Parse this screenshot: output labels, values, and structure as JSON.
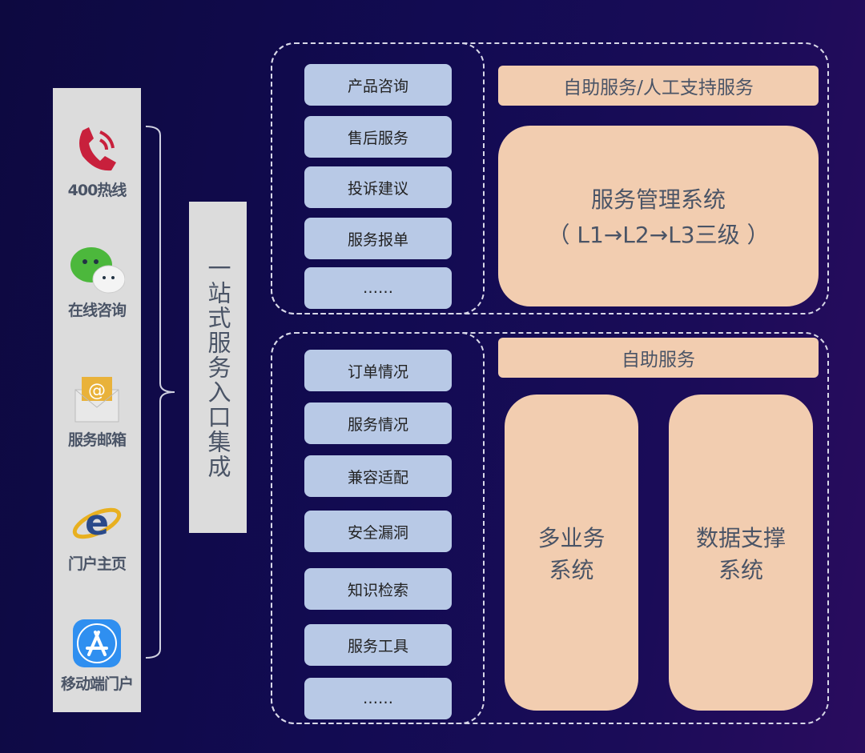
{
  "channels": [
    {
      "label": "400热线",
      "icon": "phone-icon"
    },
    {
      "label": "在线咨询",
      "icon": "wechat-icon"
    },
    {
      "label": "服务邮箱",
      "icon": "mail-icon"
    },
    {
      "label": "门户主页",
      "icon": "ie-browser-icon"
    },
    {
      "label": "移动端门户",
      "icon": "app-store-icon"
    }
  ],
  "integration_label": "一站式服务入口集成",
  "top_section": {
    "items": [
      "产品咨询",
      "售后服务",
      "投诉建议",
      "服务报单",
      "……"
    ],
    "header": "自助服务/人工支持服务",
    "system_line1": "服务管理系统",
    "system_line2": "（ L1→L2→L3三级 ）"
  },
  "bottom_section": {
    "items": [
      "订单情况",
      "服务情况",
      "兼容适配",
      "安全漏洞",
      "知识检索",
      "服务工具",
      "……"
    ],
    "header": "自助服务",
    "box1_line1": "多业务",
    "box1_line2": "系统",
    "box2_line1": "数据支撑",
    "box2_line2": "系统"
  }
}
